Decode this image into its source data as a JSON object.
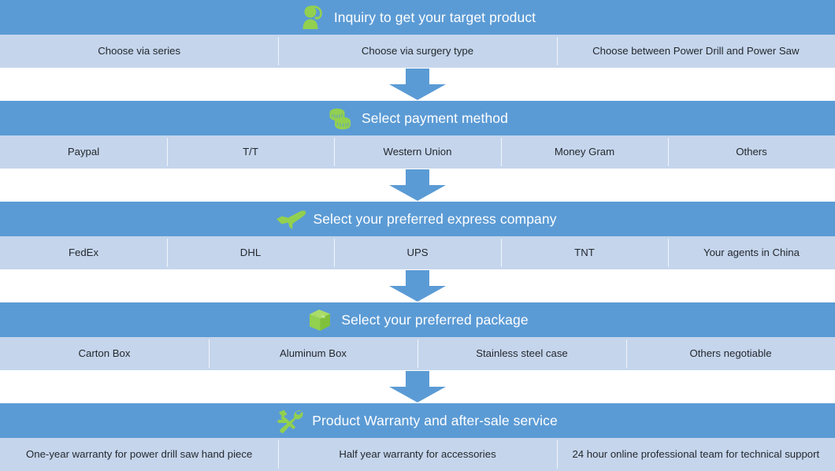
{
  "theme": {
    "header_bg": "#5B9BD5",
    "option_bg": "#C5D5EC",
    "icon_green": "#92D050",
    "title_color": "#FFFFFF",
    "option_text_color": "#24292E",
    "page_bg": "#FFFFFF"
  },
  "stages": [
    {
      "id": "inquiry",
      "icon": "support-agent-icon",
      "title": "Inquiry to get your target product",
      "options": [
        "Choose via series",
        "Choose via surgery type",
        "Choose  between Power Drill and Power Saw"
      ]
    },
    {
      "id": "payment",
      "icon": "coins-icon",
      "title": "Select payment method",
      "options": [
        "Paypal",
        "T/T",
        "Western Union",
        "Money Gram",
        "Others"
      ]
    },
    {
      "id": "express",
      "icon": "airplane-icon",
      "title": "Select your preferred express company",
      "options": [
        "FedEx",
        "DHL",
        "UPS",
        "TNT",
        "Your agents in China"
      ]
    },
    {
      "id": "package",
      "icon": "box-icon",
      "title": "Select your preferred package",
      "options": [
        "Carton Box",
        "Aluminum Box",
        "Stainless steel case",
        "Others negotiable"
      ]
    },
    {
      "id": "warranty",
      "icon": "tools-icon",
      "title": "Product Warranty and after-sale service",
      "options": [
        "One-year warranty for power drill saw hand piece",
        "Half year warranty for accessories",
        "24 hour online professional team for technical support"
      ]
    }
  ]
}
